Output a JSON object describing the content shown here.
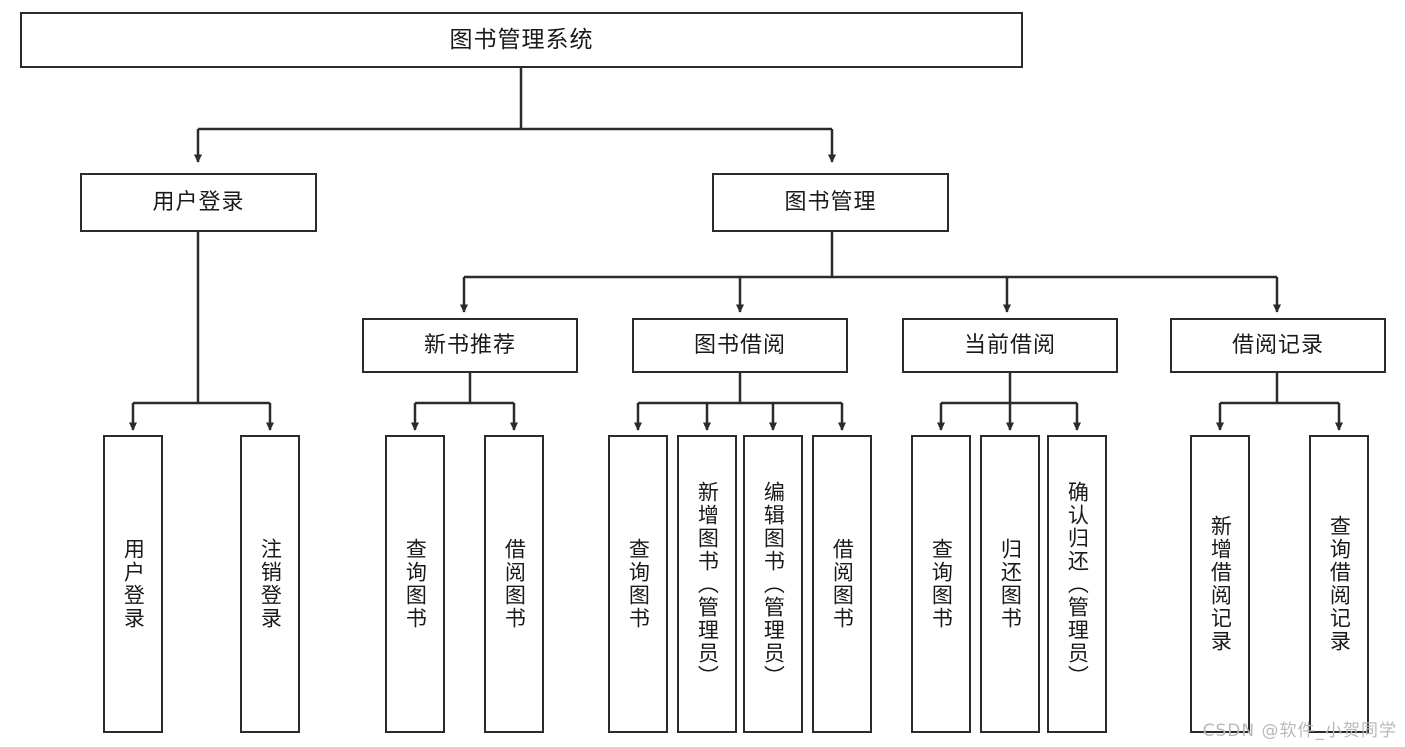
{
  "diagram": {
    "title": "图书管理系统",
    "type": "tree",
    "watermark": "CSDN @软件_小贺同学",
    "colors": {
      "stroke": "#2b2b2b",
      "fill": "#ffffff",
      "text": "#1a1a1a",
      "watermark": "#b9b9b9"
    },
    "nodes": {
      "root": {
        "label": "图书管理系统"
      },
      "level2": [
        {
          "label": "用户登录"
        },
        {
          "label": "图书管理"
        }
      ],
      "level3": [
        {
          "label": "新书推荐"
        },
        {
          "label": "图书借阅"
        },
        {
          "label": "当前借阅"
        },
        {
          "label": "借阅记录"
        }
      ],
      "leaves": {
        "user_login": [
          {
            "label": "用户登录"
          },
          {
            "label": "注销登录"
          }
        ],
        "new_book_recommend": [
          {
            "label": "查询图书"
          },
          {
            "label": "借阅图书"
          }
        ],
        "book_borrow": [
          {
            "label": "查询图书"
          },
          {
            "label": "新增图书（管理员）"
          },
          {
            "label": "编辑图书（管理员）"
          },
          {
            "label": "借阅图书"
          }
        ],
        "current_borrow": [
          {
            "label": "查询图书"
          },
          {
            "label": "归还图书"
          },
          {
            "label": "确认归还（管理员）"
          }
        ],
        "borrow_record": [
          {
            "label": "新增借阅记录"
          },
          {
            "label": "查询借阅记录"
          }
        ]
      }
    }
  }
}
